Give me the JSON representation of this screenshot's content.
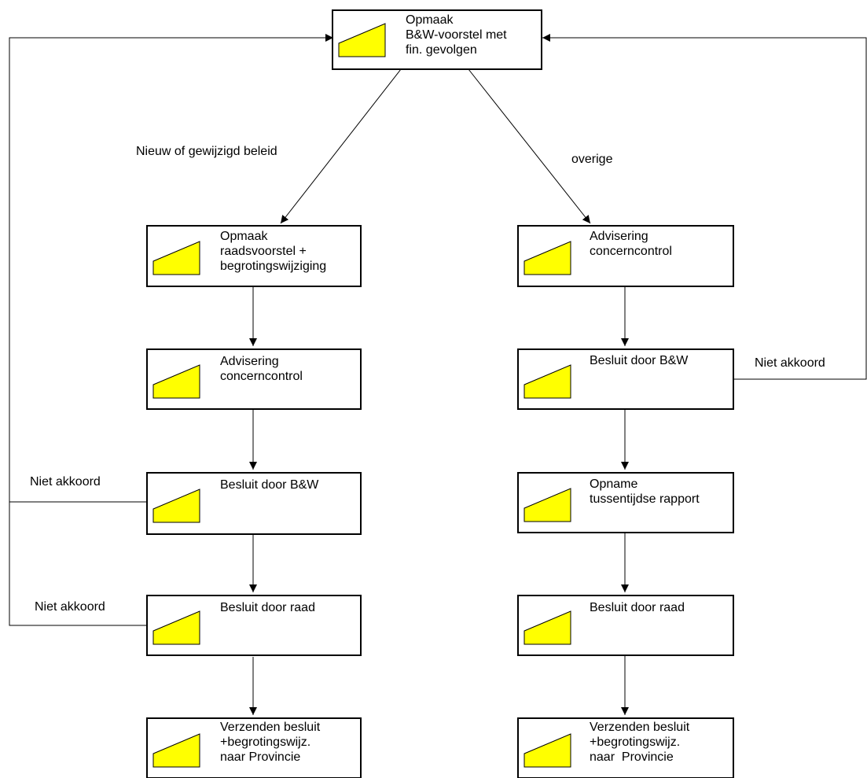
{
  "colors": {
    "icon_fill": "#ffff00",
    "line": "#000000",
    "box_border": "#000000"
  },
  "nodes": {
    "top": {
      "label": "Opmaak\nB&W-voorstel met\nfin. gevolgen",
      "icon": "document-icon"
    },
    "left": [
      {
        "label": "Opmaak\nraadsvoorstel +\nbegrotingswijziging",
        "icon": "document-icon"
      },
      {
        "label": "Advisering\nconcerncontrol",
        "icon": "document-icon"
      },
      {
        "label": "Besluit door B&W",
        "icon": "document-icon"
      },
      {
        "label": "Besluit door raad",
        "icon": "document-icon"
      },
      {
        "label": "Verzenden besluit\n+begrotingswijz.\nnaar Provincie",
        "icon": "document-icon"
      }
    ],
    "right": [
      {
        "label": "Advisering\nconcerncontrol",
        "icon": "document-icon"
      },
      {
        "label": "Besluit door B&W",
        "icon": "document-icon"
      },
      {
        "label": "Opname\ntussentijdse rapport",
        "icon": "document-icon"
      },
      {
        "label": "Besluit door raad",
        "icon": "document-icon"
      },
      {
        "label": "Verzenden besluit\n+begrotingswijz.\nnaar  Provincie",
        "icon": "document-icon"
      }
    ]
  },
  "edge_labels": {
    "new_policy": "Nieuw of gewijzigd beleid",
    "other": "overige",
    "left_bw_reject": "Niet akkoord",
    "left_council_reject": "Niet akkoord",
    "right_bw_reject": "Niet akkoord"
  }
}
